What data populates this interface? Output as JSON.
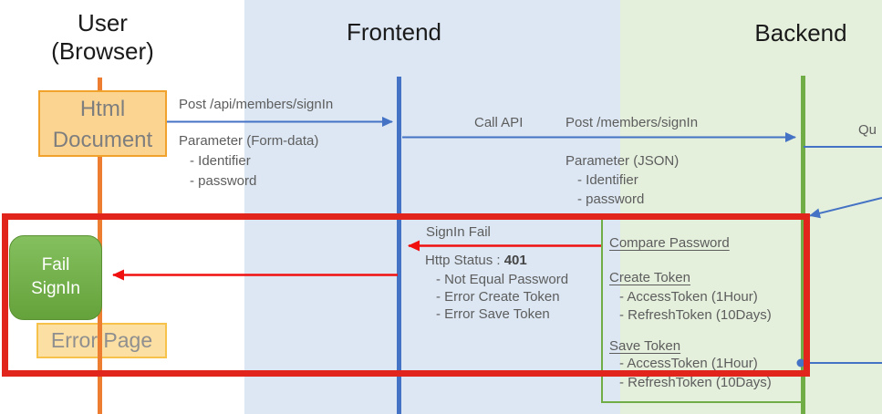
{
  "colors": {
    "frontend_lane": "#dce7f3",
    "backend_lane": "#e4efdc",
    "user_lifeline": "#ED7D31",
    "frontend_lifeline": "#4472C4",
    "backend_lifeline": "#70AD47",
    "arrow_blue": "#4472C4",
    "arrow_red": "#f01010",
    "highlight_red": "#e1251c",
    "node_orange_fill": "#fbd492",
    "node_green_fill": "#6fae44"
  },
  "actors": {
    "user": {
      "title_line1": "User",
      "title_line2": "(Browser)"
    },
    "frontend": {
      "title": "Frontend"
    },
    "backend": {
      "title": "Backend"
    }
  },
  "nodes": {
    "html_document": {
      "line1": "Html",
      "line2": "Document"
    },
    "fail_signin": {
      "line1": "Fail",
      "line2": "SignIn"
    },
    "error_page": {
      "label": "Error Page"
    }
  },
  "messages": {
    "user_to_frontend": {
      "label": "Post /api/members/signIn",
      "param_title": "Parameter (Form-data)",
      "params": [
        "- Identifier",
        "- password"
      ]
    },
    "frontend_to_backend": {
      "call_label": "Call API",
      "label": "Post /members/signIn",
      "param_title": "Parameter (JSON)",
      "params": [
        "- Identifier",
        "- password"
      ]
    },
    "backend_to_db": {
      "label": "Qu"
    },
    "signin_fail": {
      "label": "SignIn Fail",
      "status_prefix": "Http Status : ",
      "status_code": "401",
      "reasons": [
        "- Not Equal Password",
        "- Error Create Token",
        "- Error Save Token"
      ]
    },
    "backend_actions": {
      "compare": {
        "title": "Compare Password"
      },
      "create": {
        "title": "Create Token",
        "items": [
          "- AccessToken (1Hour)",
          "- RefreshToken (10Days)"
        ]
      },
      "save": {
        "title": "Save Token",
        "items": [
          "- AccessToken (1Hour)",
          "- RefreshToken (10Days)"
        ]
      }
    }
  }
}
